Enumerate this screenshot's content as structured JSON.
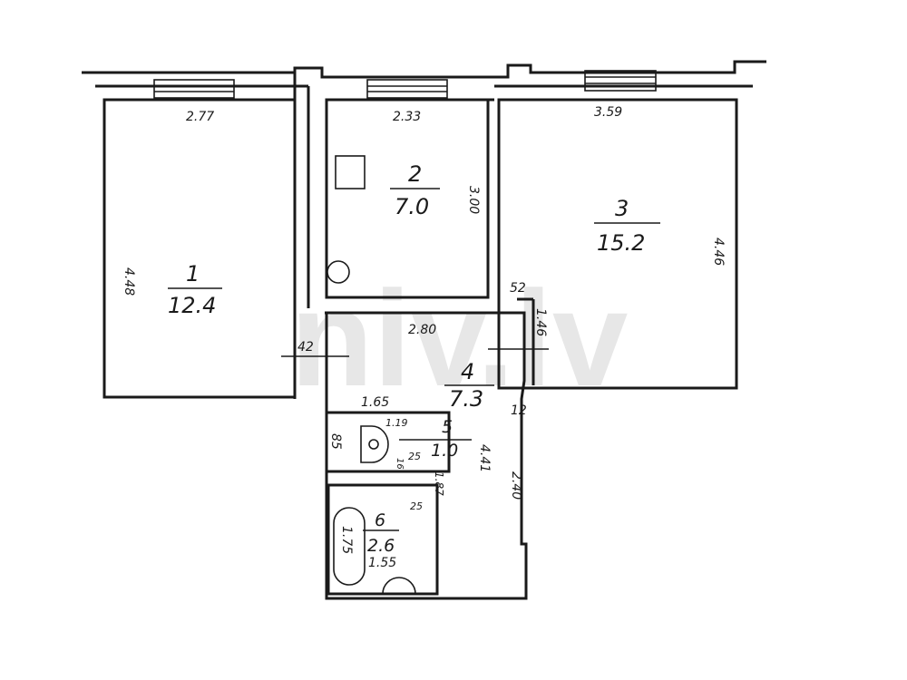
{
  "watermark": "niv.lv",
  "rooms": [
    {
      "number": "1",
      "area": "12.4"
    },
    {
      "number": "2",
      "area": "7.0"
    },
    {
      "number": "3",
      "area": "15.2"
    },
    {
      "number": "4",
      "area": "7.3"
    },
    {
      "number": "5",
      "area": "1.0"
    },
    {
      "number": "6",
      "area": "2.6"
    }
  ],
  "dimensions": {
    "r1_width": "2.77",
    "r1_length": "4.48",
    "r2_width": "2.33",
    "r2_length": "3.00",
    "r3_width": "3.59",
    "r3_length": "4.46",
    "hall_width": "2.80",
    "hall_door": "1.46",
    "hall_niche": "52",
    "door_1": "42",
    "corridor_length": "4.41",
    "corridor_side": "2.40",
    "corridor_gap": "12",
    "wc_width": "1.65",
    "wc_inner": "1.19",
    "wc_depth": "85",
    "wc_a": "25",
    "wc_b": "16",
    "bath_a": "25",
    "bath_b": "1.87",
    "bath_tub": "1.75",
    "bath_width": "1.55"
  }
}
